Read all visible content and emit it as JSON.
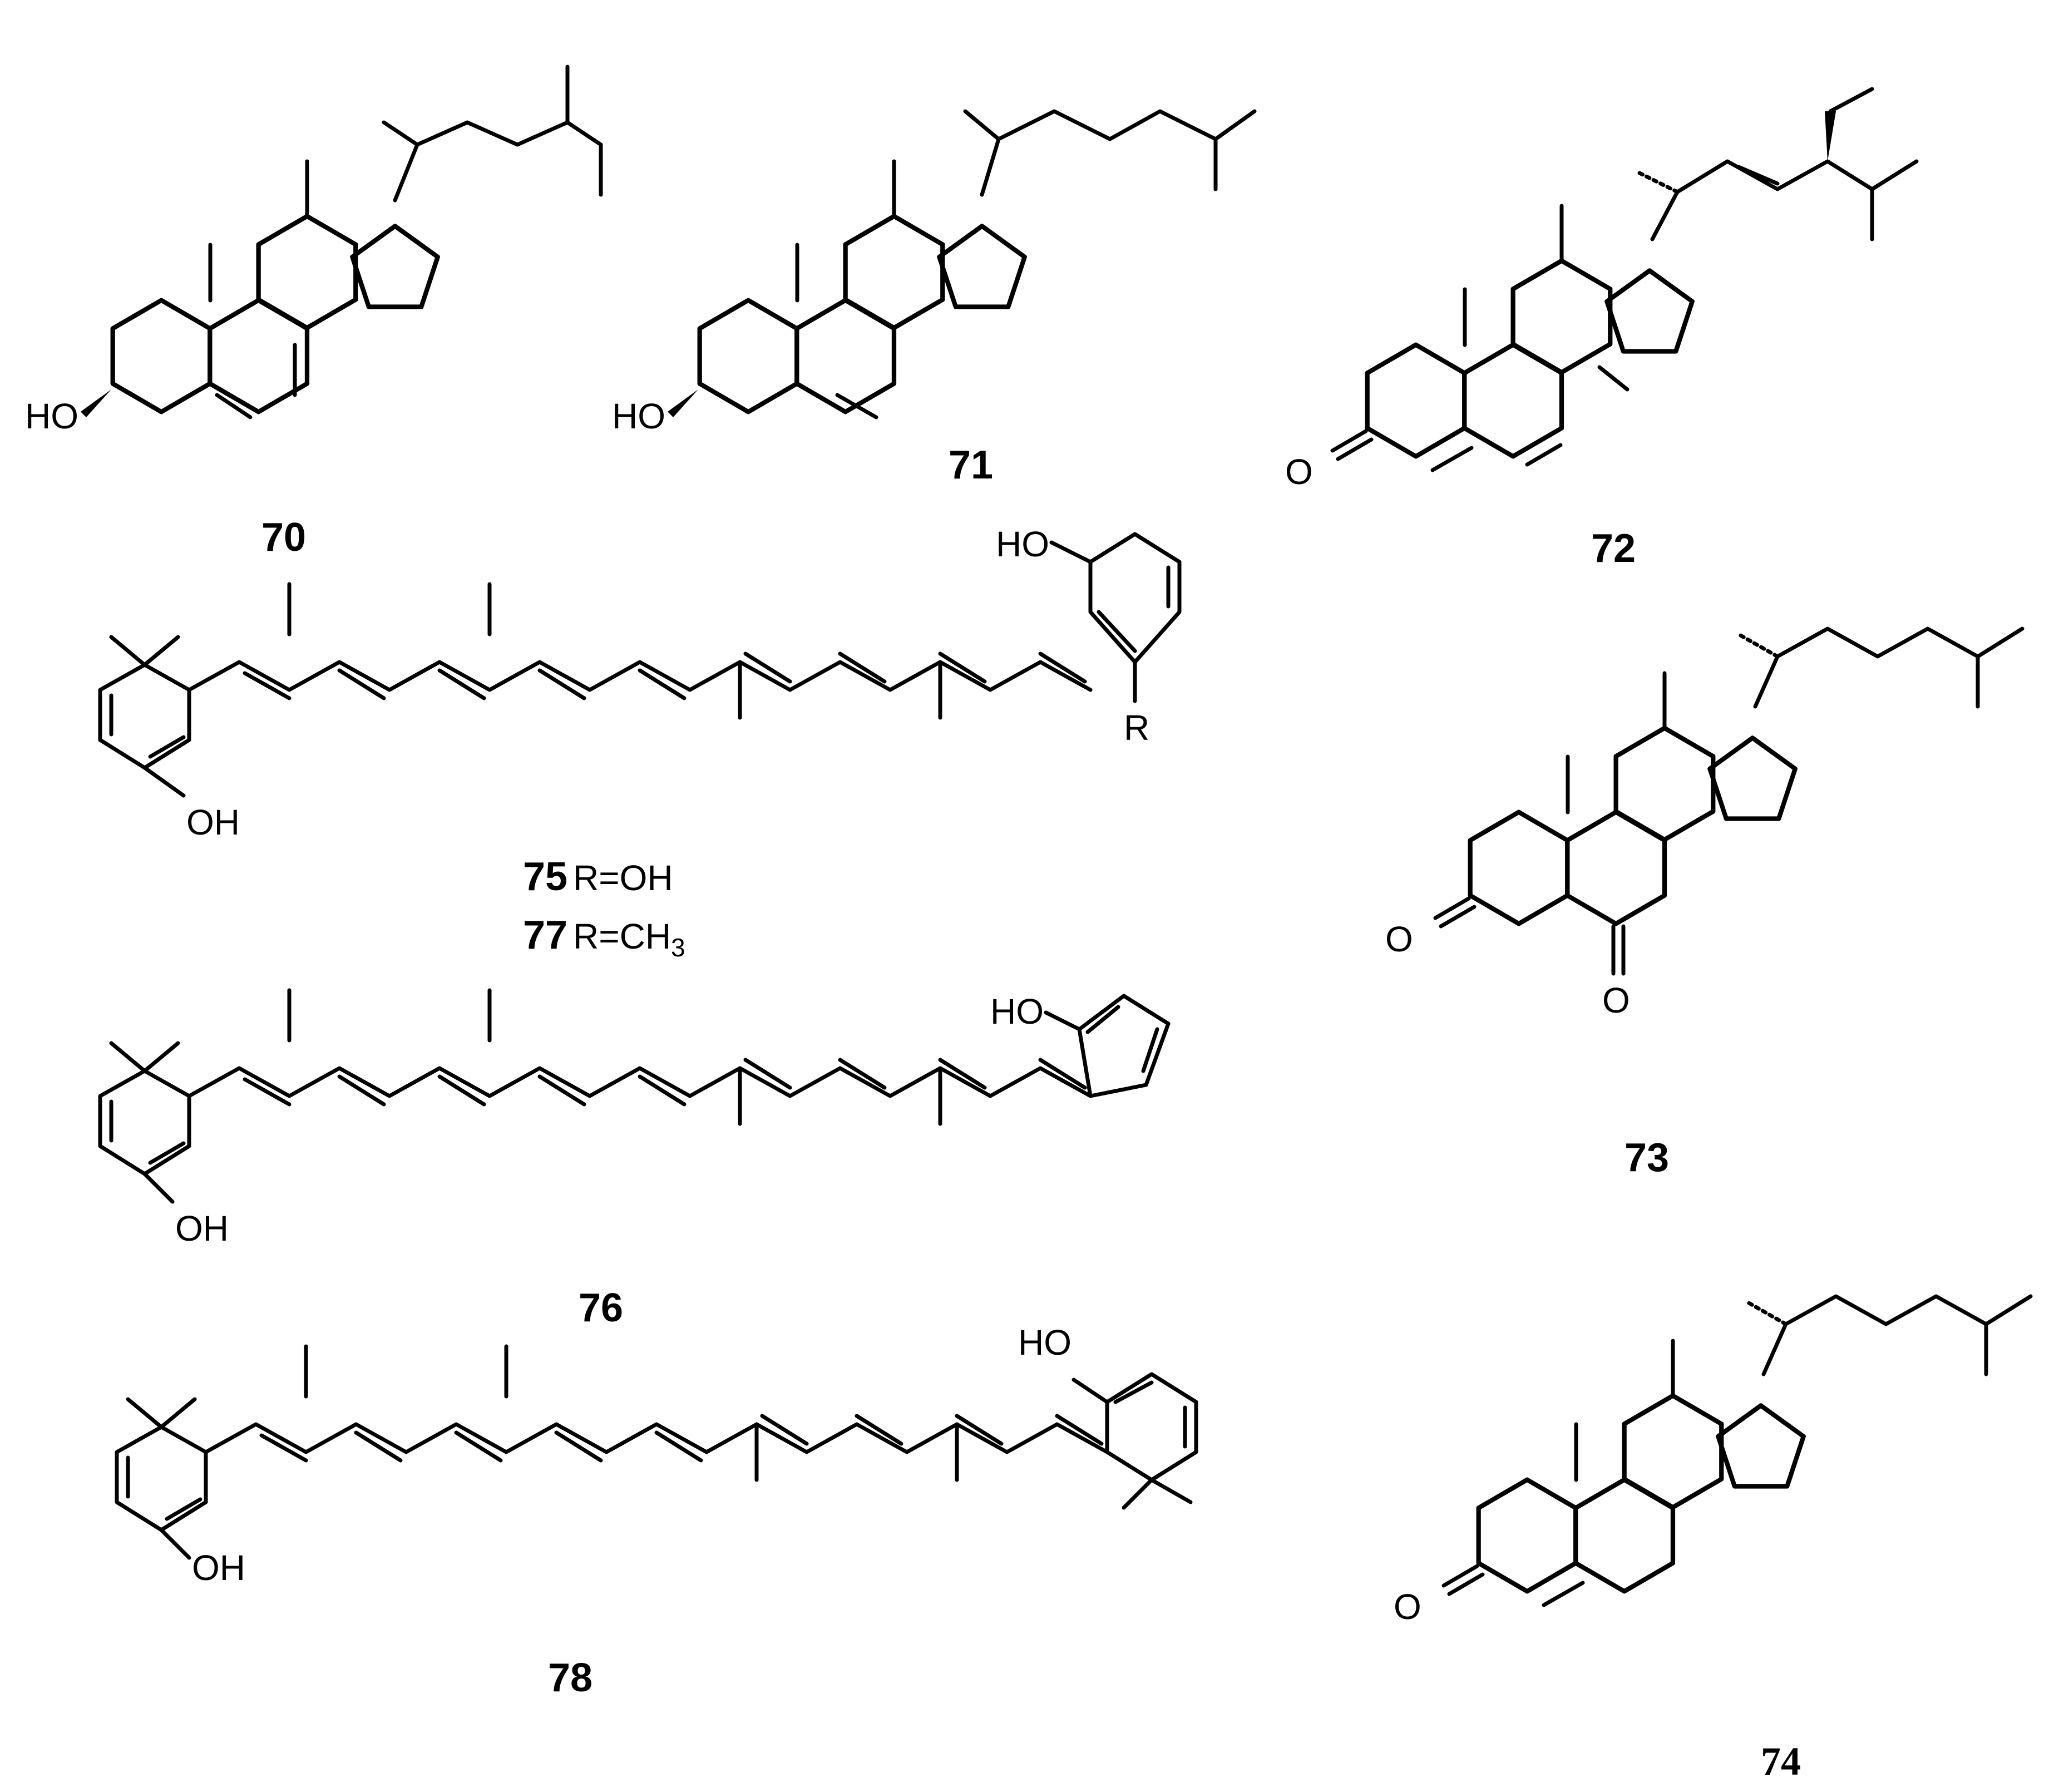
{
  "compounds": [
    {
      "id": "70"
    },
    {
      "id": "71"
    },
    {
      "id": "72"
    },
    {
      "id": "73"
    },
    {
      "id": "74"
    },
    {
      "id": "75",
      "substituent": "R=OH"
    },
    {
      "id": "76"
    },
    {
      "id": "77",
      "substituent": "R=CH3"
    },
    {
      "id": "78"
    }
  ],
  "atoms": {
    "ho": "HO",
    "oh": "OH",
    "o": "O",
    "r": "R",
    "sub3": "3"
  }
}
